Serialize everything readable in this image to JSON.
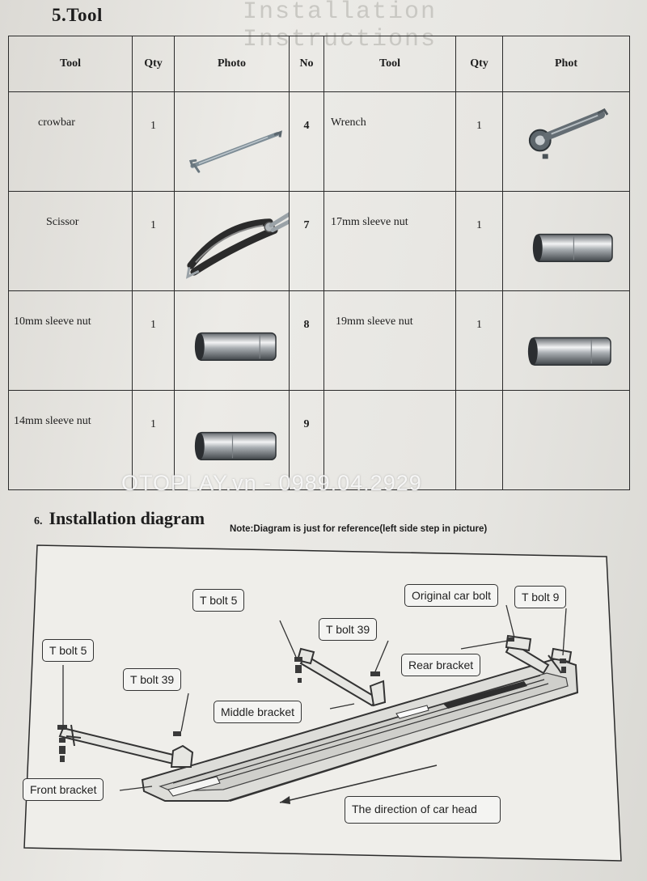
{
  "section_tool": {
    "title": "5.Tool",
    "ghost_heading": "Installation Instructions"
  },
  "table": {
    "headers": [
      "Tool",
      "Qty",
      "Photo",
      "No",
      "Tool",
      "Qty",
      "Phot"
    ],
    "rows": [
      {
        "left_tool": "crowbar",
        "left_qty": "1",
        "left_photo": "crowbar-icon",
        "no": "4",
        "right_tool": "Wrench",
        "right_qty": "1",
        "right_photo": "wrench-icon"
      },
      {
        "left_tool": "Scissor",
        "left_qty": "1",
        "left_photo": "scissor-icon",
        "no": "7",
        "right_tool": "17mm sleeve nut",
        "right_qty": "1",
        "right_photo": "socket-icon"
      },
      {
        "left_tool": "10mm sleeve nut",
        "left_qty": "1",
        "left_photo": "socket-icon",
        "no": "8",
        "right_tool": "19mm sleeve nut",
        "right_qty": "1",
        "right_photo": "socket-icon"
      },
      {
        "left_tool": "14mm sleeve nut",
        "left_qty": "1",
        "left_photo": "socket-icon",
        "no": "9",
        "right_tool": "",
        "right_qty": "",
        "right_photo": ""
      }
    ]
  },
  "watermark": "OTOPLAY.vn - 0989.04.2929",
  "diagram": {
    "number": "6.",
    "title": "Installation diagram",
    "note": "Note:Diagram is just for reference(left side step in picture)",
    "callouts": {
      "t_bolt_5_top": "T bolt 5",
      "t_bolt_5_left": "T bolt 5",
      "t_bolt_39_left": "T bolt 39",
      "t_bolt_39_mid": "T bolt 39",
      "original_car_bolt": "Original car bolt",
      "t_bolt_9": "T bolt 9",
      "rear_bracket": "Rear bracket",
      "middle_bracket": "Middle bracket",
      "front_bracket": "Front bracket",
      "direction": "The direction of car head"
    }
  }
}
